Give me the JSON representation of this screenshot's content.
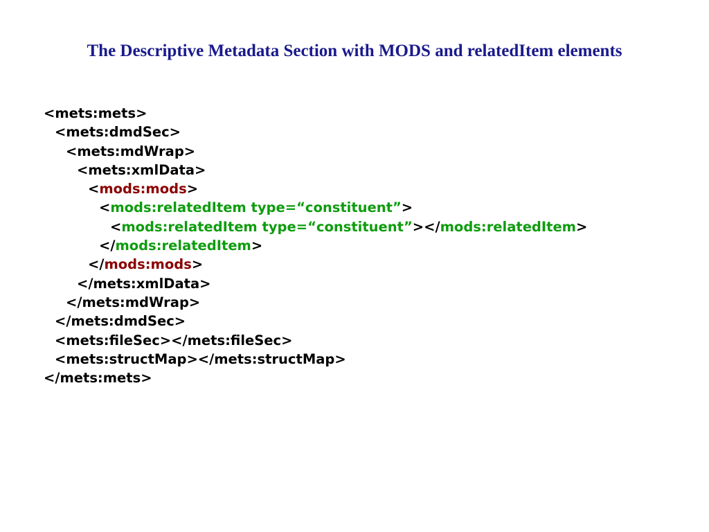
{
  "title": "The Descriptive Metadata Section with MODS and relatedItem elements",
  "colors": {
    "title": "#1a1a8c",
    "default": "#000000",
    "green": "#0e9c0e",
    "red": "#8b0000"
  },
  "code_lines": [
    {
      "indent": 0,
      "segments": [
        {
          "text": "<mets:mets>",
          "color": "black"
        }
      ]
    },
    {
      "indent": 1,
      "segments": [
        {
          "text": "<mets:dmdSec>",
          "color": "black"
        }
      ]
    },
    {
      "indent": 2,
      "segments": [
        {
          "text": "<mets:mdWrap>",
          "color": "black"
        }
      ]
    },
    {
      "indent": 3,
      "segments": [
        {
          "text": "<mets:xmlData>",
          "color": "black"
        }
      ]
    },
    {
      "indent": 4,
      "segments": [
        {
          "text": "<",
          "color": "black"
        },
        {
          "text": "mods:mods",
          "color": "red"
        },
        {
          "text": ">",
          "color": "black"
        }
      ]
    },
    {
      "indent": 5,
      "segments": [
        {
          "text": "<",
          "color": "black"
        },
        {
          "text": "mods:relatedItem type=“constituent”",
          "color": "green"
        },
        {
          "text": ">",
          "color": "black"
        }
      ]
    },
    {
      "indent": 6,
      "segments": [
        {
          "text": "<",
          "color": "black"
        },
        {
          "text": "mods:relatedItem type=“constituent”",
          "color": "green"
        },
        {
          "text": "></",
          "color": "black"
        },
        {
          "text": "mods:relatedItem",
          "color": "green"
        },
        {
          "text": ">",
          "color": "black"
        }
      ]
    },
    {
      "indent": 5,
      "segments": [
        {
          "text": "</",
          "color": "black"
        },
        {
          "text": "mods:relatedItem",
          "color": "green"
        },
        {
          "text": ">",
          "color": "black"
        }
      ]
    },
    {
      "indent": 4,
      "segments": [
        {
          "text": "</",
          "color": "black"
        },
        {
          "text": "mods:mods",
          "color": "red"
        },
        {
          "text": ">",
          "color": "black"
        }
      ]
    },
    {
      "indent": 3,
      "segments": [
        {
          "text": "</mets:xmlData>",
          "color": "black"
        }
      ]
    },
    {
      "indent": 2,
      "segments": [
        {
          "text": "</mets:mdWrap>",
          "color": "black"
        }
      ]
    },
    {
      "indent": 1,
      "segments": [
        {
          "text": "</mets:dmdSec>",
          "color": "black"
        }
      ]
    },
    {
      "indent": 1,
      "segments": [
        {
          "text": "<mets:fileSec></mets:fileSec>",
          "color": "black"
        }
      ]
    },
    {
      "indent": 1,
      "segments": [
        {
          "text": "<mets:structMap></mets:structMap>",
          "color": "black"
        }
      ]
    },
    {
      "indent": 0,
      "segments": [
        {
          "text": "</mets:mets>",
          "color": "black"
        }
      ]
    }
  ]
}
